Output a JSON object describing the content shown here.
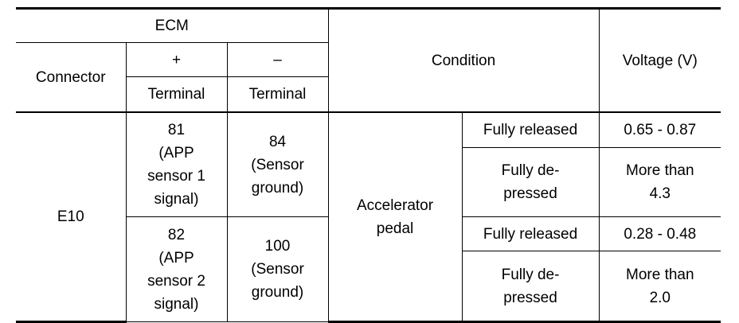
{
  "header": {
    "ecm": "ECM",
    "connector": "Connector",
    "plus": "+",
    "minus": "–",
    "terminal_plus": "Terminal",
    "terminal_minus": "Terminal",
    "condition": "Condition",
    "voltage": "Voltage (V)"
  },
  "body": {
    "connector": "E10",
    "condition_main": [
      "Accelerator",
      "pedal"
    ],
    "groups": [
      {
        "plus_terminal": [
          "81",
          "(APP",
          "sensor 1",
          "signal)"
        ],
        "minus_terminal": [
          "84",
          "(Sensor",
          "ground)"
        ],
        "rows": [
          {
            "condition": [
              "Fully released"
            ],
            "voltage": [
              "0.65 - 0.87"
            ]
          },
          {
            "condition": [
              "Fully de-",
              "pressed"
            ],
            "voltage": [
              "More than",
              "4.3"
            ]
          }
        ]
      },
      {
        "plus_terminal": [
          "82",
          "(APP",
          "sensor 2",
          "signal)"
        ],
        "minus_terminal": [
          "100",
          "(Sensor",
          "ground)"
        ],
        "rows": [
          {
            "condition": [
              "Fully released"
            ],
            "voltage": [
              "0.28 - 0.48"
            ]
          },
          {
            "condition": [
              "Fully de-",
              "pressed"
            ],
            "voltage": [
              "More than",
              "2.0"
            ]
          }
        ]
      }
    ]
  }
}
